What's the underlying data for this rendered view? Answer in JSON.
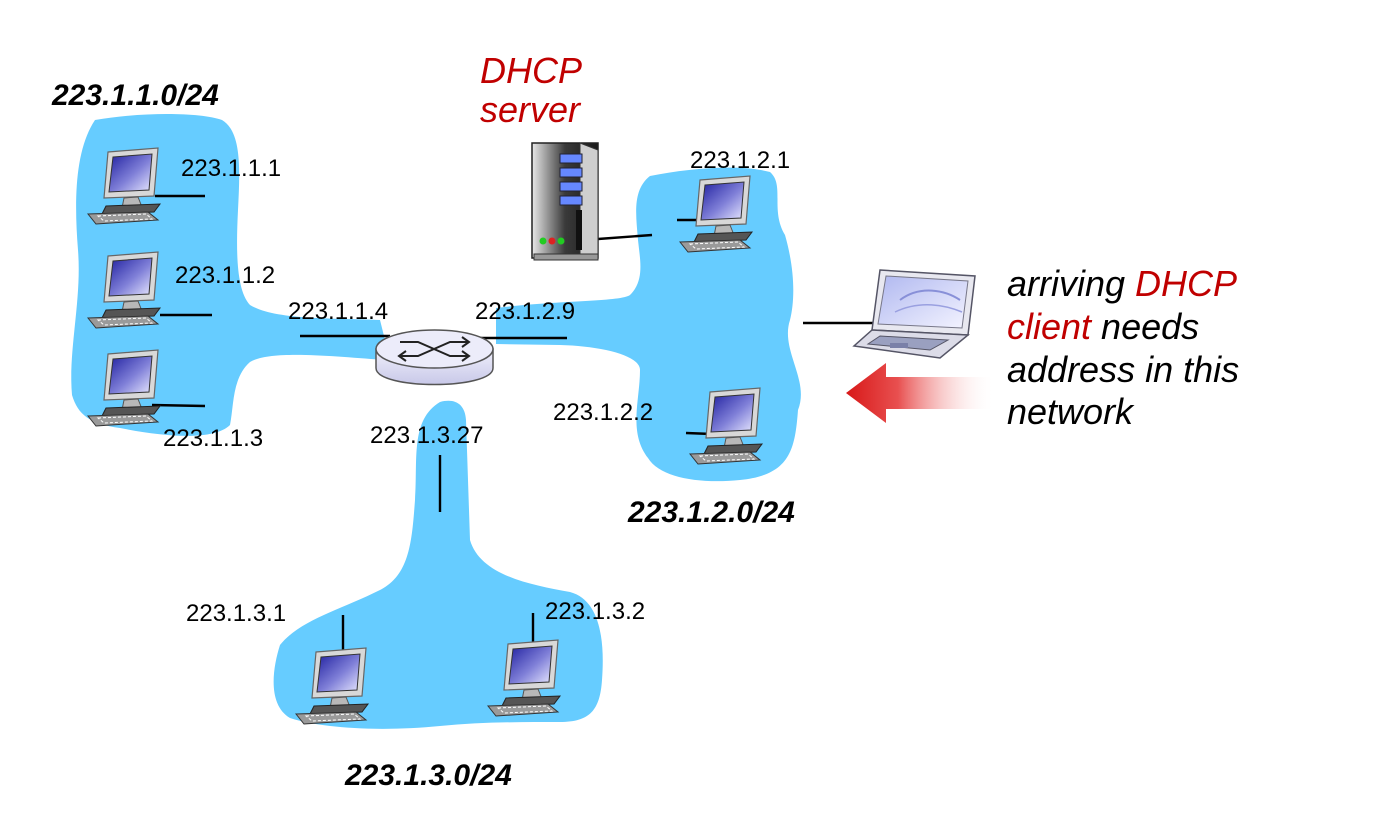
{
  "subnets": {
    "s1": "223.1.1.0/24",
    "s2": "223.1.2.0/24",
    "s3": "223.1.3.0/24"
  },
  "hosts": {
    "h111": "223.1.1.1",
    "h112": "223.1.1.2",
    "h113": "223.1.1.3",
    "h121": "223.1.2.1",
    "h122": "223.1.2.2",
    "h131": "223.1.3.1",
    "h132": "223.1.3.2"
  },
  "router": {
    "if1": "223.1.1.4",
    "if2": "223.1.2.9",
    "if3": "223.1.3.27"
  },
  "server": {
    "line1": "DHCP",
    "line2": "server"
  },
  "client_note": {
    "l1a": "arriving ",
    "l1b": "DHCP",
    "l2a": "client",
    "l2b": " needs",
    "l3": "address in this",
    "l4": "network"
  },
  "colors": {
    "subnet_fill": "#66ccff",
    "accent_red": "#c00000",
    "router_fill": "#dcdcf4"
  }
}
